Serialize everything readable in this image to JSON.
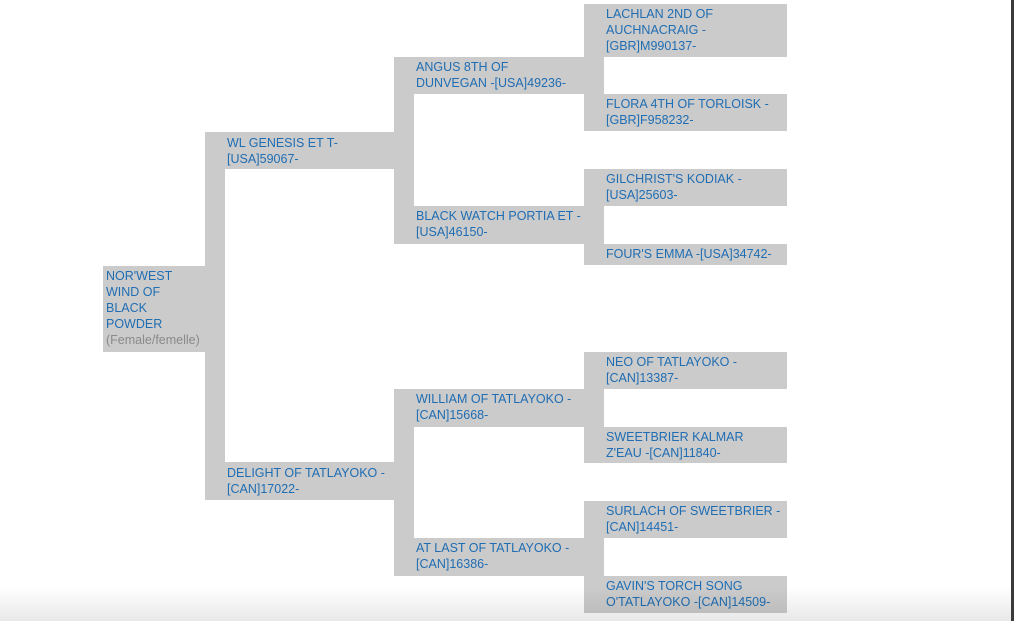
{
  "subject": {
    "name": "NOR'WEST WIND OF BLACK POWDER",
    "sex": "(Female/femelle)"
  },
  "sire": {
    "name": "WL GENESIS ET T-[USA]59067-"
  },
  "dam": {
    "name": "DELIGHT OF TATLAYOKO -[CAN]17022-"
  },
  "sire_sire": {
    "name": "ANGUS 8TH OF DUNVEGAN -[USA]49236-"
  },
  "sire_dam": {
    "name": "BLACK WATCH PORTIA ET -[USA]46150-"
  },
  "dam_sire": {
    "name": "WILLIAM OF TATLAYOKO -[CAN]15668-"
  },
  "dam_dam": {
    "name": "AT LAST OF TATLAYOKO -[CAN]16386-"
  },
  "gen3": [
    {
      "name": "LACHLAN 2ND OF AUCHNACRAIG -[GBR]M990137-"
    },
    {
      "name": "FLORA 4TH OF TORLOISK -[GBR]F958232-"
    },
    {
      "name": "GILCHRIST'S KODIAK -[USA]25603-"
    },
    {
      "name": "FOUR'S EMMA -[USA]34742-"
    },
    {
      "name": "NEO OF TATLAYOKO -[CAN]13387-"
    },
    {
      "name": "SWEETBRIER KALMAR Z'EAU -[CAN]11840-"
    },
    {
      "name": "SURLACH OF SWEETBRIER -[CAN]14451-"
    },
    {
      "name": "GAVIN'S TORCH SONG O'TATLAYOKO -[CAN]14509-"
    }
  ],
  "colors": {
    "box": "#cbcbcb",
    "link": "#1f6db3",
    "muted": "#8a8a8a"
  }
}
